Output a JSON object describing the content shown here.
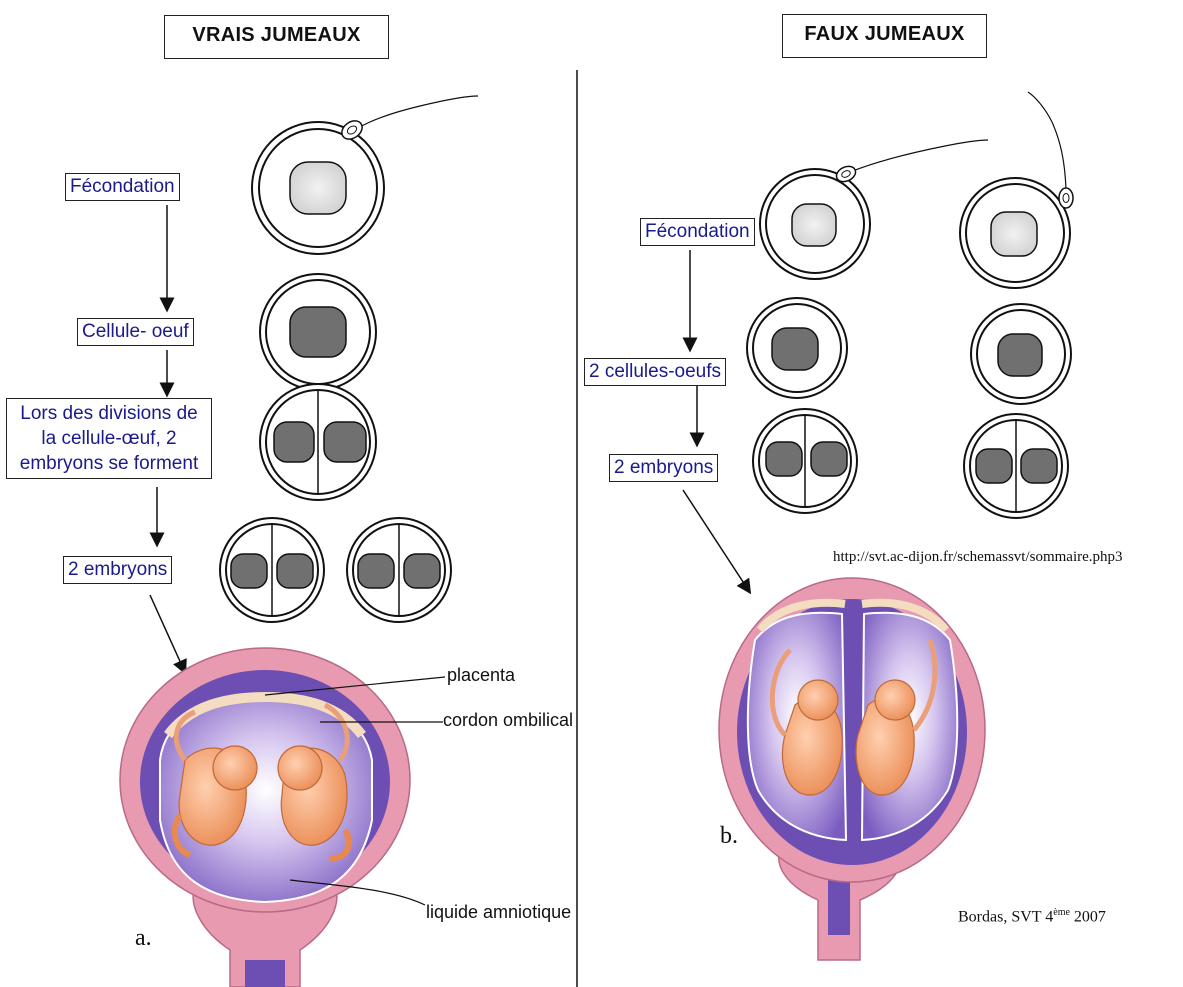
{
  "left_panel": {
    "title": "VRAIS JUMEAUX",
    "steps": {
      "fecondation": "Fécondation",
      "cellule_oeuf": "Cellule- oeuf",
      "divisions": "Lors des divisions de la cellule-œuf, 2 embryons se forment",
      "embryons": "2 embryons"
    },
    "annotations": {
      "placenta": "placenta",
      "cordon": "cordon ombilical",
      "liquide": "liquide amniotique"
    },
    "figure_letter": "a."
  },
  "right_panel": {
    "title": "FAUX JUMEAUX",
    "steps": {
      "fecondation": "Fécondation",
      "cellules_oeufs": "2 cellules-oeufs",
      "embryons": "2 embryons"
    },
    "figure_letter": "b."
  },
  "credits": {
    "url": "http://svt.ac-dijon.fr/schemassvt/sommaire.php3",
    "source_prefix": "Bordas, SVT 4",
    "source_sup": "ème",
    "source_suffix": " 2007"
  },
  "colors": {
    "label_text": "#1a1a8c",
    "nucleus_dark": "#6f6f6f",
    "uterus_pink": "#e79ab0",
    "amnion_purple": "#6d4fb3",
    "embryo_skin": "#f4a67a"
  }
}
